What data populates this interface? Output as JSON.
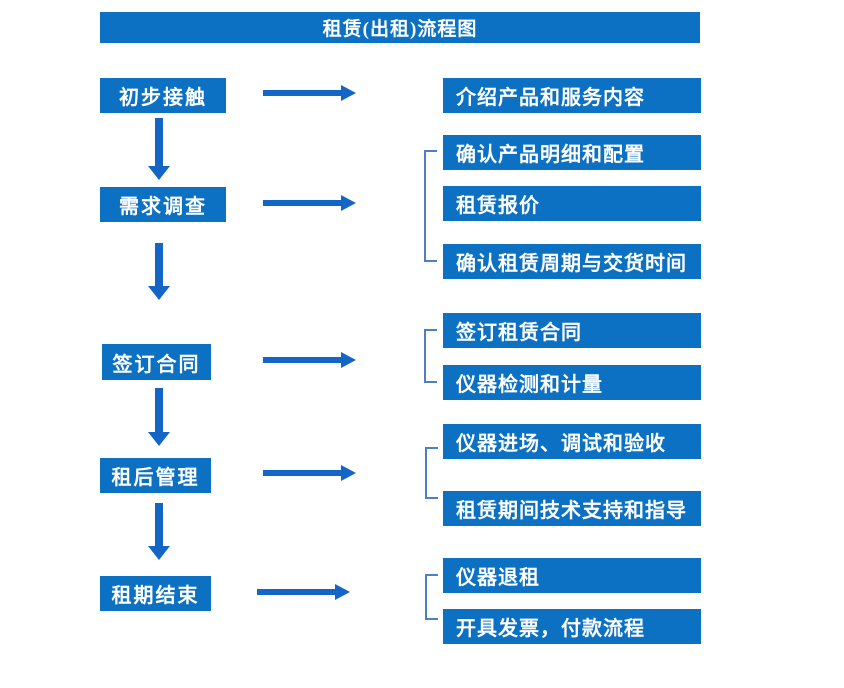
{
  "title": "租赁(出租)流程图",
  "colors": {
    "box_blue": "#0c71c3",
    "arrow_blue": "#1366c6",
    "bracket_blue": "#4e7fc0",
    "text_white": "#ffffff",
    "background": "#ffffff"
  },
  "flow": {
    "steps": [
      {
        "label": "初步接触",
        "details": [
          "介绍产品和服务内容"
        ]
      },
      {
        "label": "需求调查",
        "details": [
          "确认产品明细和配置",
          "租赁报价",
          "确认租赁周期与交货时间"
        ]
      },
      {
        "label": "签订合同",
        "details": [
          "签订租赁合同",
          "仪器检测和计量"
        ]
      },
      {
        "label": "租后管理",
        "details": [
          "仪器进场、调试和验收",
          "租赁期间技术支持和指导"
        ]
      },
      {
        "label": "租期结束",
        "details": [
          "仪器退租",
          "开具发票，付款流程"
        ]
      }
    ]
  }
}
